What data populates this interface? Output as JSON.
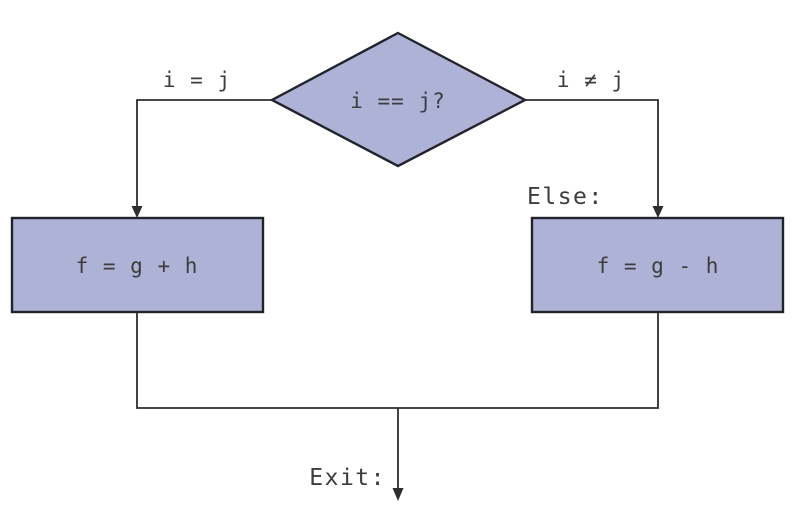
{
  "diagram": {
    "type": "flowchart",
    "decision": {
      "label": "i == j?"
    },
    "branch_left": {
      "condition_label": "i = j",
      "box_label": "f = g + h"
    },
    "branch_right": {
      "condition_label": "i ≠ j",
      "annotation": "Else:",
      "box_label": "f = g - h"
    },
    "exit": {
      "annotation": "Exit:"
    },
    "colors": {
      "shape_fill": "#aeb2d7",
      "shape_border": "#23232c",
      "line": "#2e2e2e",
      "text": "#3d3d3d",
      "bg": "#ffffff"
    }
  }
}
